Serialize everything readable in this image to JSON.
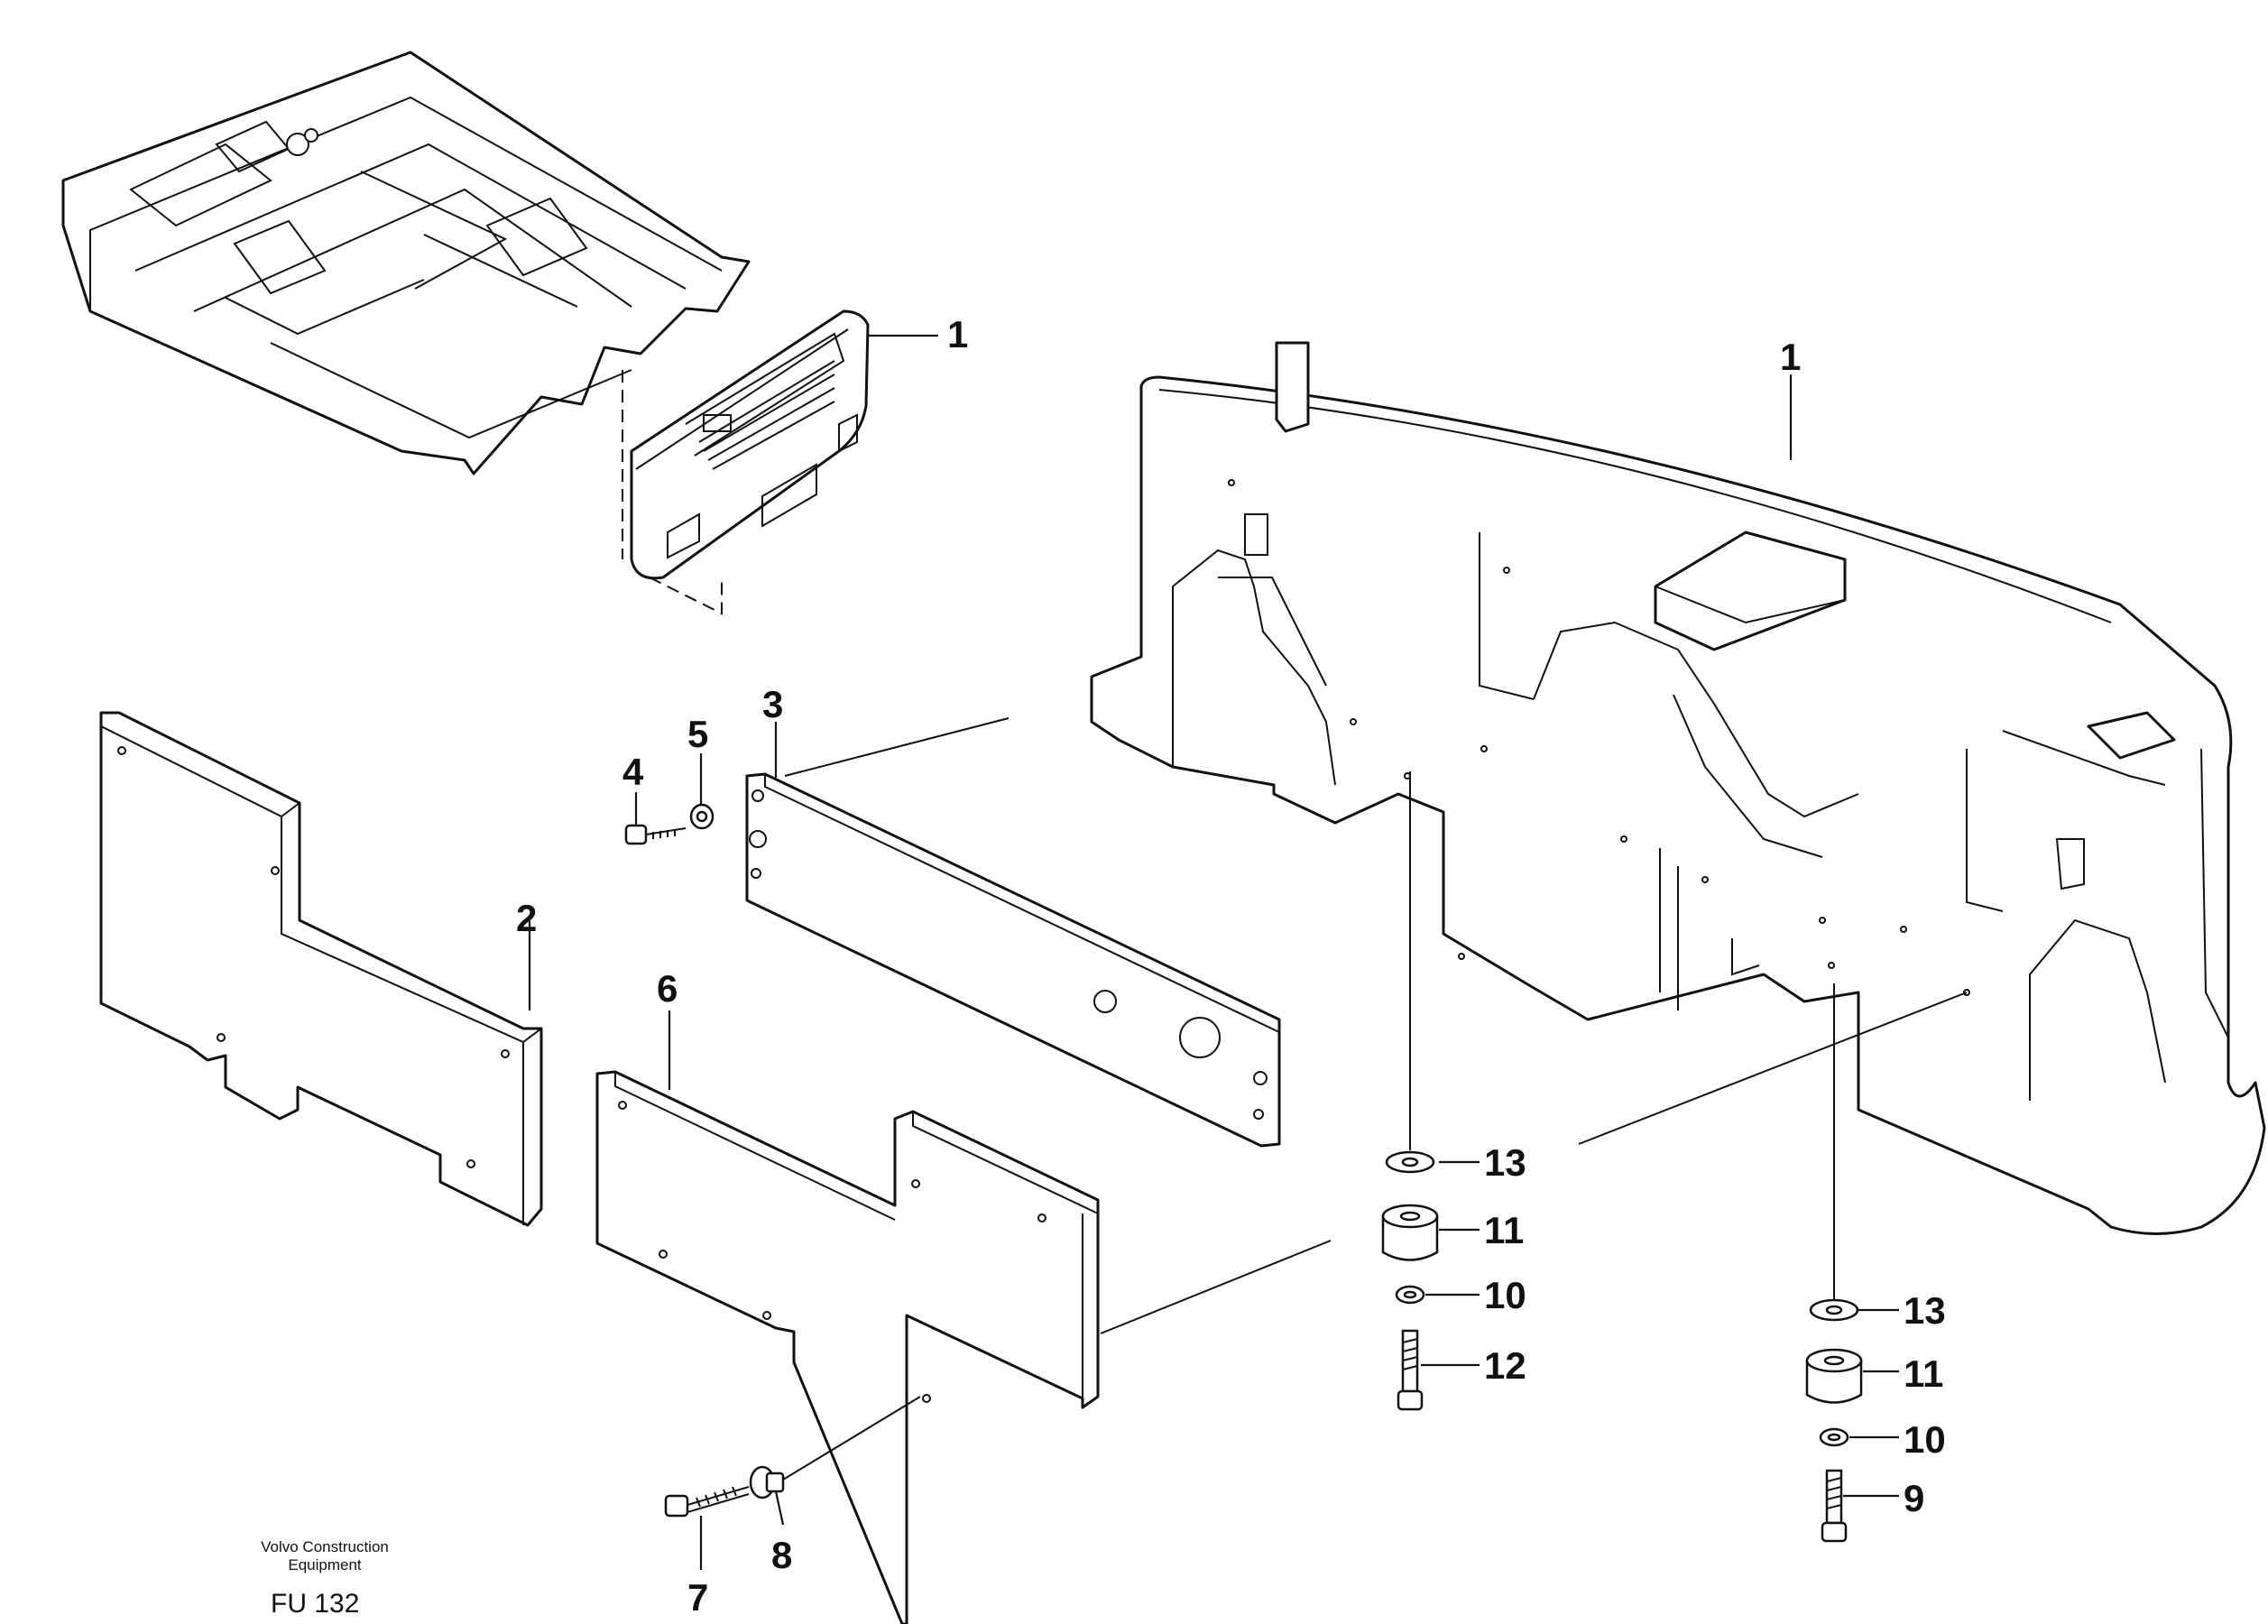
{
  "callouts": {
    "c1_top": "1",
    "c1_right": "1",
    "c2": "2",
    "c3": "3",
    "c4": "4",
    "c5": "5",
    "c6": "6",
    "c7": "7",
    "c8": "8",
    "c9": "9",
    "c10_a": "10",
    "c10_b": "10",
    "c11_a": "11",
    "c11_b": "11",
    "c12": "12",
    "c13_a": "13",
    "c13_b": "13"
  },
  "footer": {
    "company_line1": "Volvo Construction",
    "company_line2": "Equipment",
    "figure_code": "FU 132"
  }
}
